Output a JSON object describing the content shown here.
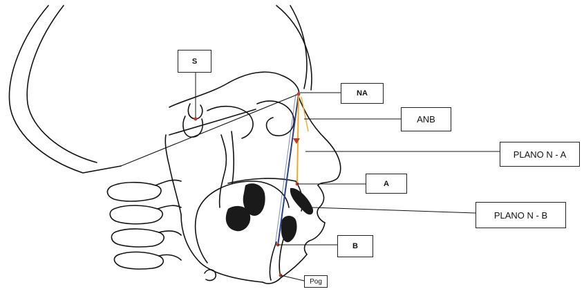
{
  "labels": {
    "s": "S",
    "na": "NA",
    "anb": "ANB",
    "plano_na": "PLANO N - A",
    "a": "A",
    "plano_nb": "PLANO N - B",
    "b": "B",
    "pog": "Pog"
  },
  "colors": {
    "outline": "#111111",
    "plane_nb": "#2b3f8f",
    "plane_na": "#f0a820",
    "points": "#c0392b"
  },
  "icons": {
    "skull": "skull-profile-icon"
  }
}
